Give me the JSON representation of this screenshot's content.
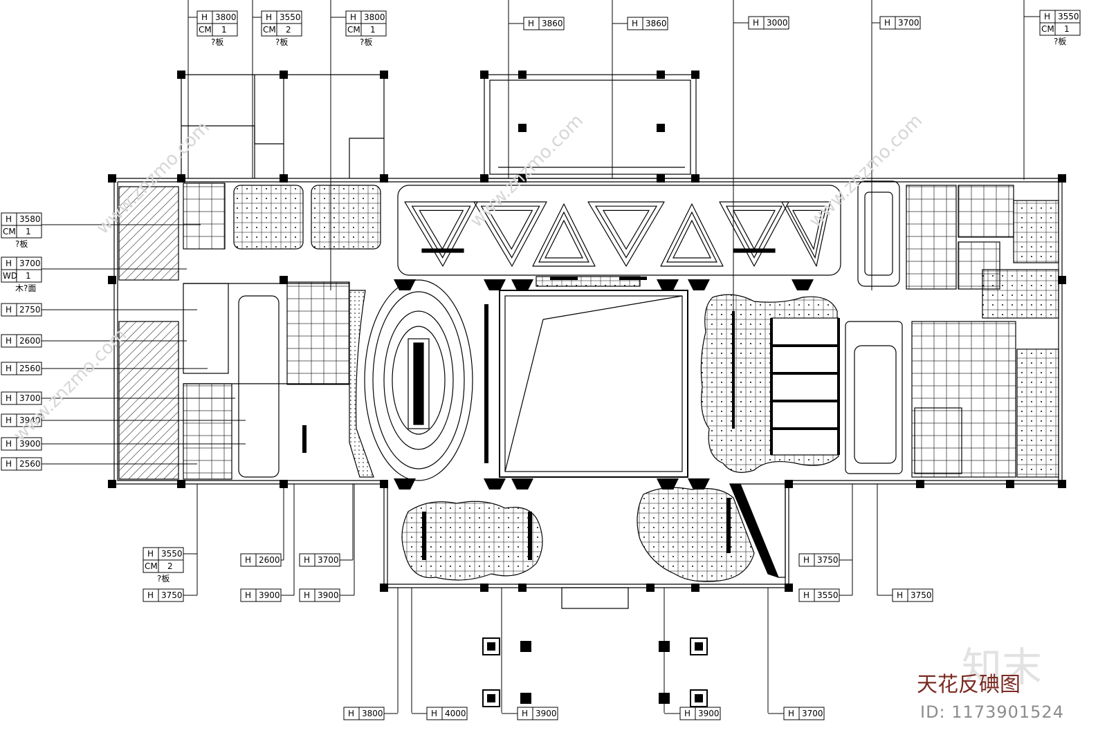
{
  "drawing": {
    "title": "天花反碘图",
    "id_label": "ID: 1173901524",
    "watermark_text": "www.znzmo.com",
    "watermark_logo": "知末",
    "colors": {
      "line": "#000000",
      "title": "#7a2b22",
      "id": "#8c8c8c",
      "watermark": "#d6d6d6"
    }
  },
  "tags": [
    {
      "code": "H",
      "value": "3800",
      "sub_code": "CM",
      "sub_value": "1",
      "note": "?板"
    },
    {
      "code": "H",
      "value": "3550",
      "sub_code": "CM",
      "sub_value": "2",
      "note": "?板"
    },
    {
      "code": "H",
      "value": "3800",
      "sub_code": "CM",
      "sub_value": "1",
      "note": "?板"
    },
    {
      "code": "H",
      "value": "3860"
    },
    {
      "code": "H",
      "value": "3860"
    },
    {
      "code": "H",
      "value": "3000"
    },
    {
      "code": "H",
      "value": "3700"
    },
    {
      "code": "H",
      "value": "3550",
      "sub_code": "CM",
      "sub_value": "1",
      "note": "?板"
    },
    {
      "code": "H",
      "value": "3580",
      "sub_code": "CM",
      "sub_value": "1",
      "note": "?板"
    },
    {
      "code": "H",
      "value": "3700",
      "sub_code": "WD",
      "sub_value": "1",
      "note": "木?面"
    },
    {
      "code": "H",
      "value": "2750"
    },
    {
      "code": "H",
      "value": "2600"
    },
    {
      "code": "H",
      "value": "2560"
    },
    {
      "code": "H",
      "value": "3700"
    },
    {
      "code": "H",
      "value": "3940"
    },
    {
      "code": "H",
      "value": "3900"
    },
    {
      "code": "H",
      "value": "2560"
    },
    {
      "code": "H",
      "value": "3550",
      "sub_code": "CM",
      "sub_value": "2",
      "note": "?板"
    },
    {
      "code": "H",
      "value": "3750"
    },
    {
      "code": "H",
      "value": "2600"
    },
    {
      "code": "H",
      "value": "3700"
    },
    {
      "code": "H",
      "value": "3900"
    },
    {
      "code": "H",
      "value": "3900"
    },
    {
      "code": "H",
      "value": "3750"
    },
    {
      "code": "H",
      "value": "3550"
    },
    {
      "code": "H",
      "value": "3750"
    },
    {
      "code": "H",
      "value": "3800"
    },
    {
      "code": "H",
      "value": "4000"
    },
    {
      "code": "H",
      "value": "3900"
    },
    {
      "code": "H",
      "value": "3900"
    },
    {
      "code": "H",
      "value": "3700"
    }
  ]
}
